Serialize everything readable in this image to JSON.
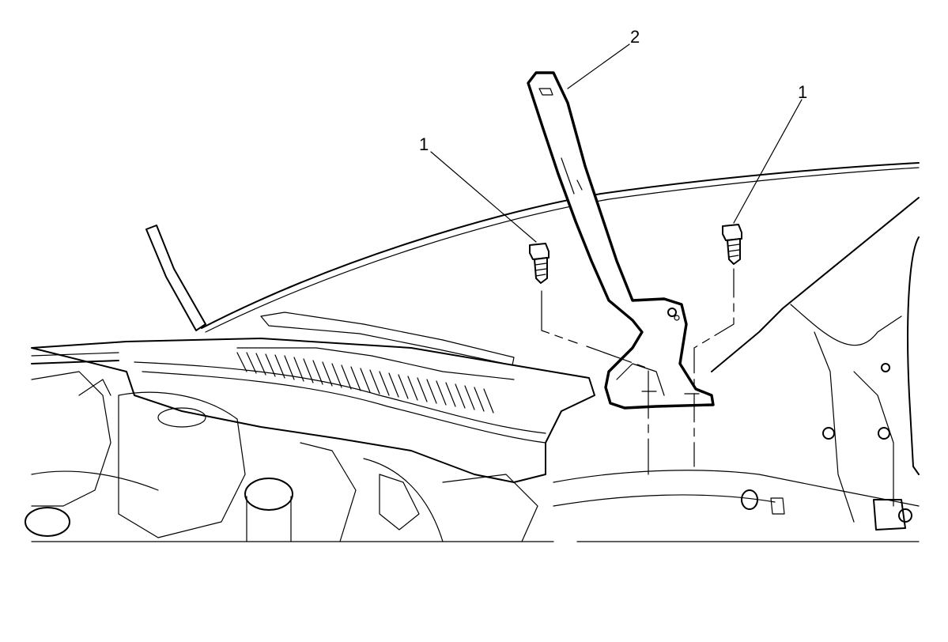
{
  "callouts": {
    "bolt_left": "1",
    "bolt_right": "1",
    "bracket": "2"
  }
}
